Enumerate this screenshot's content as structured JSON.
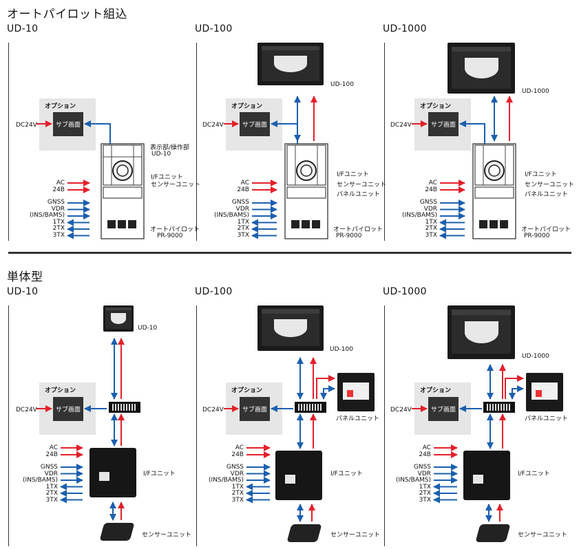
{
  "sections": {
    "top": "オートパイロット組込",
    "bottom": "単体型"
  },
  "columns": [
    "UD-10",
    "UD-100",
    "UD-1000"
  ],
  "option": {
    "label": "オプション",
    "subscreen": "サブ画面",
    "power": "DC24V"
  },
  "power_inputs": [
    "AC",
    "24B"
  ],
  "io_ports": [
    "GNSS",
    "VDR",
    "(INS/BAMS)",
    "1TX",
    "2TX",
    "3TX"
  ],
  "top_labels": {
    "display_op": "表示部/操作部",
    "display_op_model": "UD-10",
    "if_unit": "I/Fユニット",
    "sensor_unit": "センサーユニット",
    "panel_unit": "パネルユニット",
    "autopilot": "オートパイロット",
    "autopilot_model": "PR-9000",
    "ud100": "UD-100",
    "ud1000": "UD-1000"
  },
  "bottom_labels": {
    "ud10": "UD-10",
    "ud100": "UD-100",
    "ud1000": "UD-1000",
    "panel_unit": "パネルユニット",
    "if_unit": "I/Fユニット",
    "sensor_unit": "センサーユニット"
  },
  "colors": {
    "red_arrow": "#e3202a",
    "blue_arrow": "#1b5fae",
    "option_bg": "#e6e6e6"
  }
}
